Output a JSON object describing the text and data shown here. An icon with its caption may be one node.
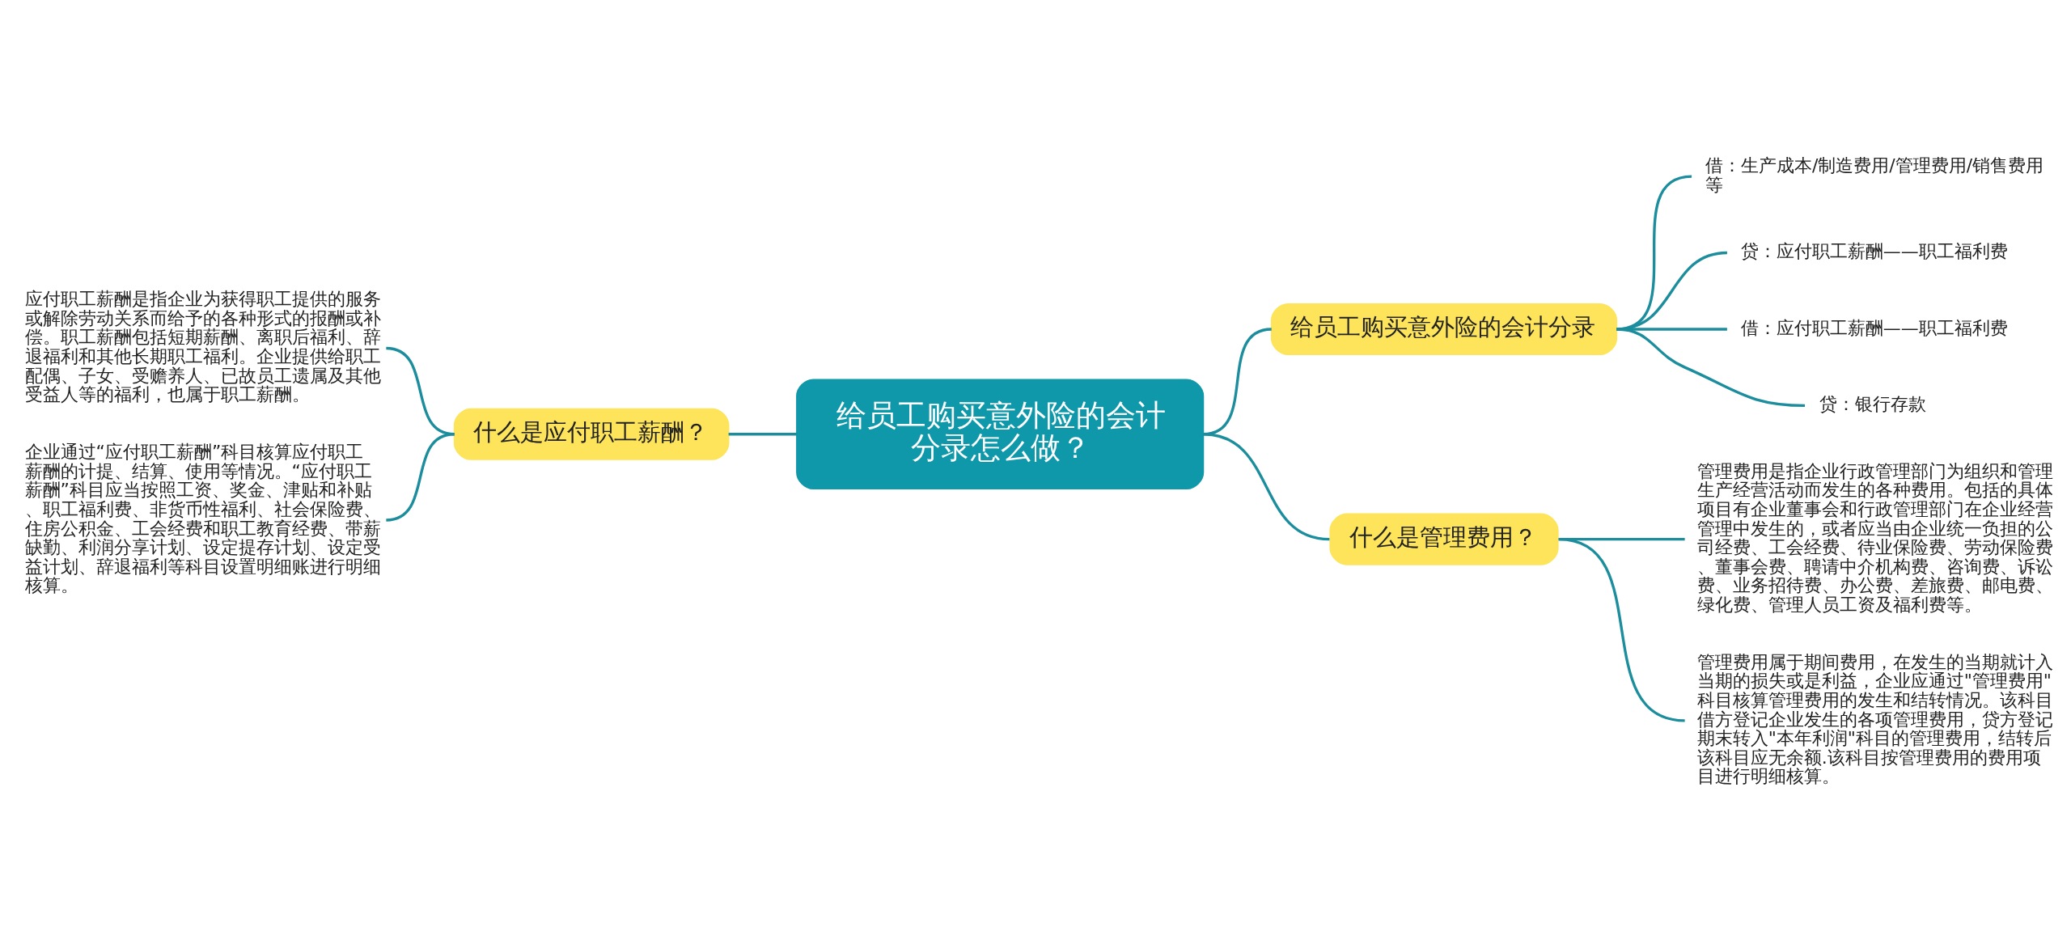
{
  "diagram": {
    "nodes": [
      {
        "text": [
          "应付职工薪酬是指企业为获得职工提供的服务或解除劳动关系而给予的各种形式的报酬或补偿。职工薪酬包括短期薪酬、离职后福利、辞退福利和其他长期职工福利。企业提供给职工配偶、子女、受赡养人、已故员工遗属及其他受益人等的福利，也属于职工薪酬。"
        ]
      },
      {
        "text": [
          "企业通过“应付职工薪酬”科目核算应付职工薪酬的计提、结算、使用等情况。“应付职工薪酬”科目应当按照工资、奖金、津贴和补贴、职工福利费、非货币性福利、社会保险费、住房公积金、工会经费和职工教育经费、带薪缺勤、利润分享计划、设定提存计划、设定受益计划、辞退福利等科目设置明细账进行明细核算。"
        ]
      },
      {
        "text": [
          "什么是应付职工薪酬？"
        ]
      },
      {
        "text": [
          "给员工购买意外险的会计分录怎么做？"
        ]
      },
      {
        "text": [
          "给员工购买意外险的会计分录"
        ]
      },
      {
        "text": [
          "借：生产成本/制造费用/管理费用/销售费用等"
        ]
      },
      {
        "text": [
          "贷：应付职工薪酬——职工福利费"
        ]
      },
      {
        "text": [
          "借：应付职工薪酬——职工福利费"
        ]
      },
      {
        "text": [
          "贷：银行存款"
        ]
      },
      {
        "text": [
          "什么是管理费用？"
        ]
      },
      {
        "text": [
          "管理费用是指企业行政管理部门为组织和管理生产经营活动而发生的各种费用。包括的具体项目有企业董事会和行政管理部门在企业经营管理中发生的，或者应当由企业统一负担的公司经费、工会经费、待业保险费、劳动保险费、董事会费、聘请中介机构费、咨询费、诉讼费、业务招待费、办公费、差旅费、邮电费、绿化费、管理人员工资及福利费等。"
        ]
      },
      {
        "text": [
          "管理费用属于期间费用，在发生的当期就计入当期的损失或是利益，企业应通过\"管理费用\"科目核算管理费用的发生和结转情况。该科目借方登记企业发生的各项管理费用，贷方登记期末转入\"本年利润\"科目的管理费用，结转后该科目应无余额.该科目按管理费用的费用项目进行明细核算。"
        ]
      }
    ],
    "edges": [
      {
        "from": 0,
        "to": 2,
        "arrow": "none"
      },
      {
        "from": 1,
        "to": 2,
        "arrow": "none"
      },
      {
        "from": 2,
        "to": 3,
        "arrow": "none"
      },
      {
        "from": 3,
        "to": 4,
        "arrow": "none"
      },
      {
        "from": 4,
        "to": 5,
        "arrow": "none"
      },
      {
        "from": 4,
        "to": 6,
        "arrow": "none"
      },
      {
        "from": 4,
        "to": 7,
        "arrow": "none"
      },
      {
        "from": 4,
        "to": 8,
        "arrow": "none"
      },
      {
        "from": 3,
        "to": 9,
        "arrow": "none"
      },
      {
        "from": 9,
        "to": 10,
        "arrow": "none"
      },
      {
        "from": 9,
        "to": 11,
        "arrow": "none"
      }
    ]
  }
}
